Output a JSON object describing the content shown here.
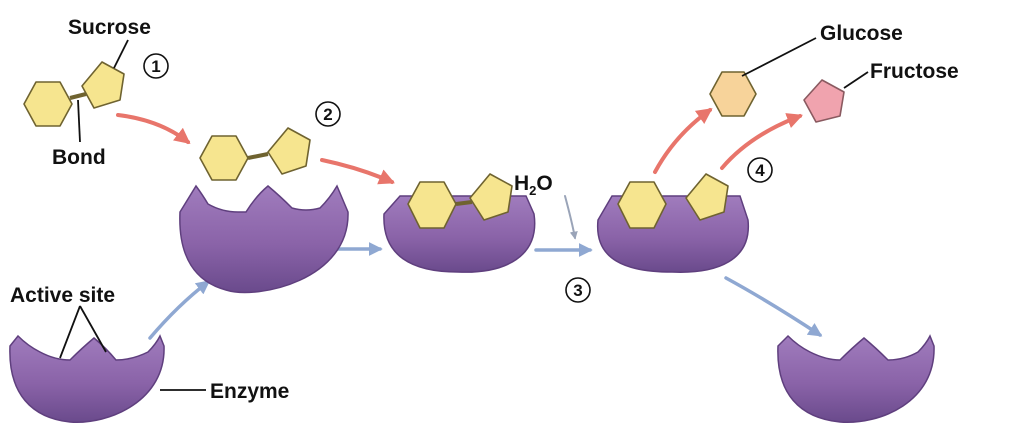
{
  "labels": {
    "sucrose": "Sucrose",
    "bond": "Bond",
    "active_site": "Active site",
    "enzyme": "Enzyme",
    "glucose": "Glucose",
    "fructose": "Fructose",
    "water_h": "H",
    "water_sub": "2",
    "water_o": "O"
  },
  "steps": [
    "1",
    "2",
    "3",
    "4"
  ],
  "colors": {
    "enzyme": "#8a63a8",
    "enzyme_dark": "#5f3f7e",
    "substrate": "#f6e58f",
    "substrate_edge": "#6f6330",
    "glucose": "#f7d39a",
    "fructose": "#f0a3ae",
    "arrow_red": "#e8756b",
    "arrow_blue": "#8fa8d2"
  }
}
